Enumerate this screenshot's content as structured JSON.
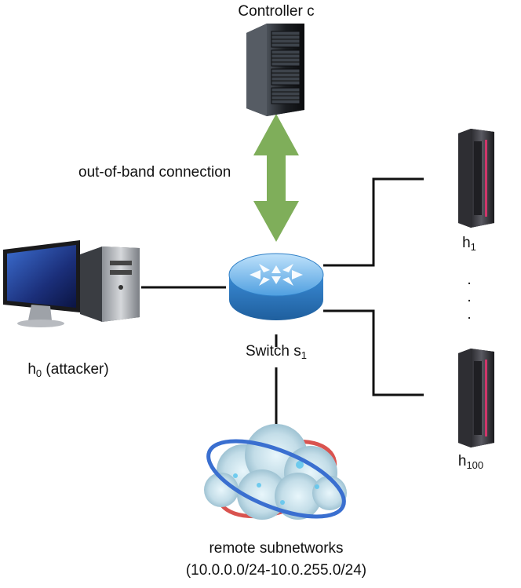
{
  "controller": {
    "label": "Controller c"
  },
  "link": {
    "label": "out-of-band connection"
  },
  "switch": {
    "label_prefix": "Switch s",
    "label_sub": "1"
  },
  "attacker": {
    "label_prefix": "h",
    "label_sub": "0",
    "label_suffix": " (attacker)"
  },
  "host_first": {
    "label_prefix": "h",
    "label_sub": "1"
  },
  "host_last": {
    "label_prefix": "h",
    "label_sub": "100"
  },
  "ellipsis": [
    ".",
    ".",
    "."
  ],
  "remote": {
    "line1": "remote subnetworks",
    "line2": "(10.0.0.0/24-10.0.255.0/24)"
  },
  "colors": {
    "arrow": "#7fae5a",
    "switch": "#3b8fd6",
    "wire": "#111111"
  }
}
